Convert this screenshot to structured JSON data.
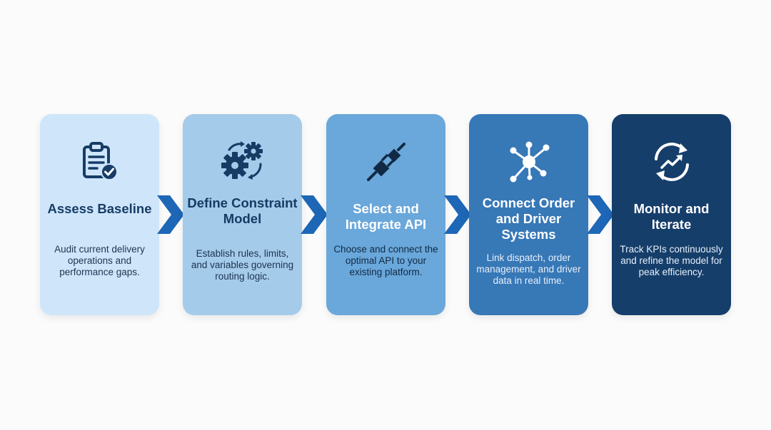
{
  "steps": [
    {
      "icon": "clipboard-check-icon",
      "title": "Assess Baseline",
      "description": "Audit current delivery operations and performance gaps.",
      "bg": "#cfe5fa",
      "text_color": "#173d66",
      "desc_color": "#1f3550"
    },
    {
      "icon": "gears-icon",
      "title": "Define Constraint Model",
      "description": "Establish rules, limits, and variables governing routing logic.",
      "bg": "#a5cbea",
      "text_color": "#163b64",
      "desc_color": "#1c3350"
    },
    {
      "icon": "plug-icon",
      "title": "Select and Integrate API",
      "description": "Choose and connect the optimal API to your existing platform.",
      "bg": "#6aa7da",
      "text_color": "#ffffff",
      "desc_color": "#102a45"
    },
    {
      "icon": "network-hub-icon",
      "title": "Connect Order and Driver Systems",
      "description": "Link dispatch, order management, and driver data in real time.",
      "bg": "#3778b7",
      "text_color": "#ffffff",
      "desc_color": "#e6f0fa"
    },
    {
      "icon": "refresh-trend-icon",
      "title": "Monitor and Iterate",
      "description": "Track KPIs continuously and refine the model for peak efficiency.",
      "bg": "#163e6a",
      "text_color": "#ffffff",
      "desc_color": "#e6f0fa"
    }
  ],
  "arrow_color": "#1e67b6"
}
